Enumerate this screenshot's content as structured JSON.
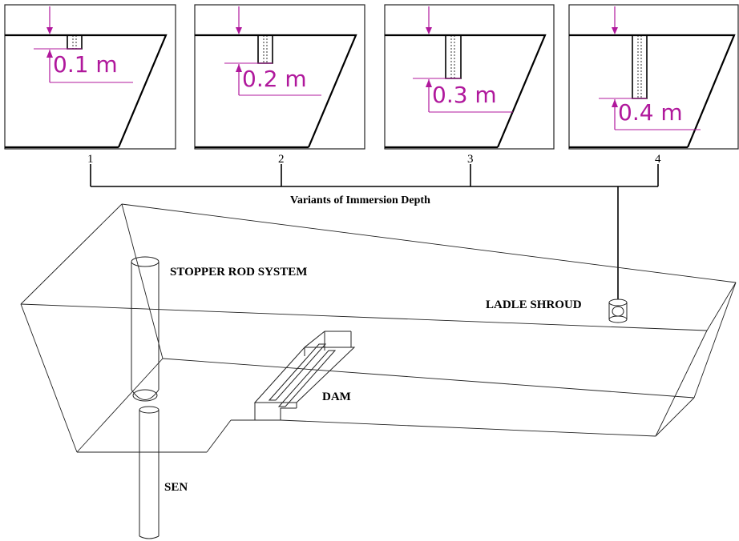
{
  "panels": [
    {
      "number": "1",
      "depth_label": "0.1 m",
      "depth_m": 0.1
    },
    {
      "number": "2",
      "depth_label": "0.2 m",
      "depth_m": 0.2
    },
    {
      "number": "3",
      "depth_label": "0.3 m",
      "depth_m": 0.3
    },
    {
      "number": "4",
      "depth_label": "0.4 m",
      "depth_m": 0.4
    }
  ],
  "bracket_label": "Variants of Immersion Depth",
  "labels": {
    "stopper": "STOPPER ROD SYSTEM",
    "ladle": "LADLE SHROUD",
    "dam": "DAM",
    "sen": "SEN"
  },
  "colors": {
    "dimension": "#b0189c",
    "line": "#000000",
    "thin_line": "#333333"
  }
}
